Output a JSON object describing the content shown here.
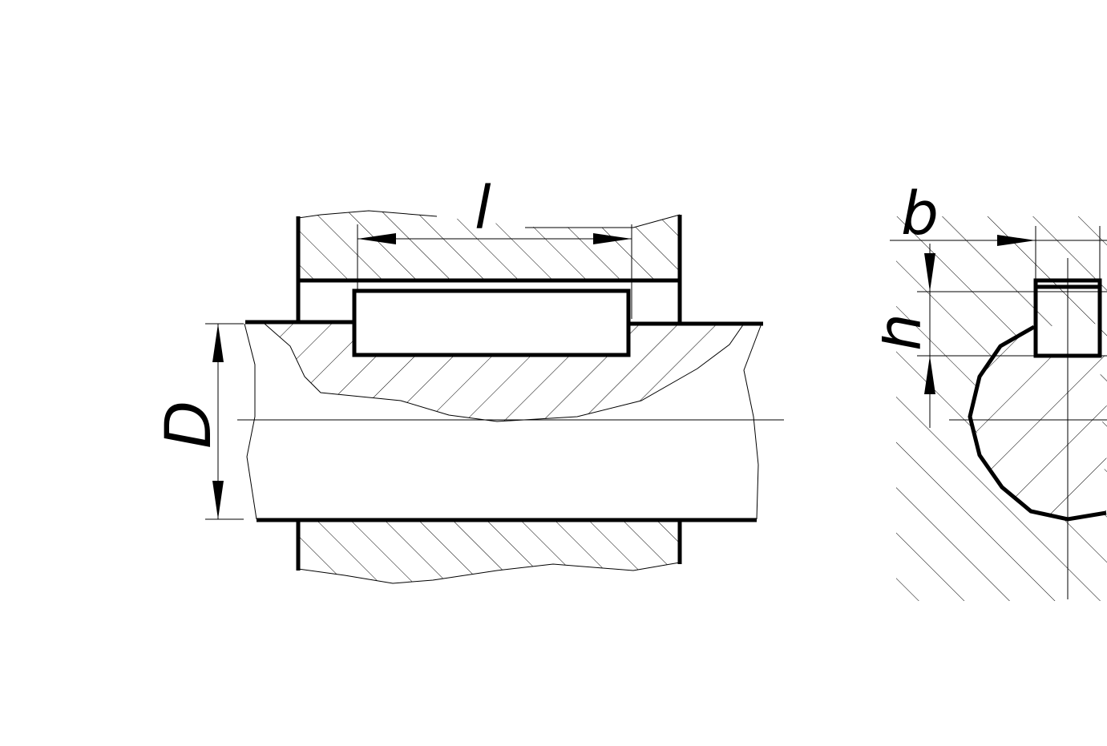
{
  "labels": {
    "length": "l",
    "diameter": "D",
    "width": "b",
    "height": "h"
  },
  "colors": {
    "ink": "#000000",
    "paper": "#ffffff"
  }
}
